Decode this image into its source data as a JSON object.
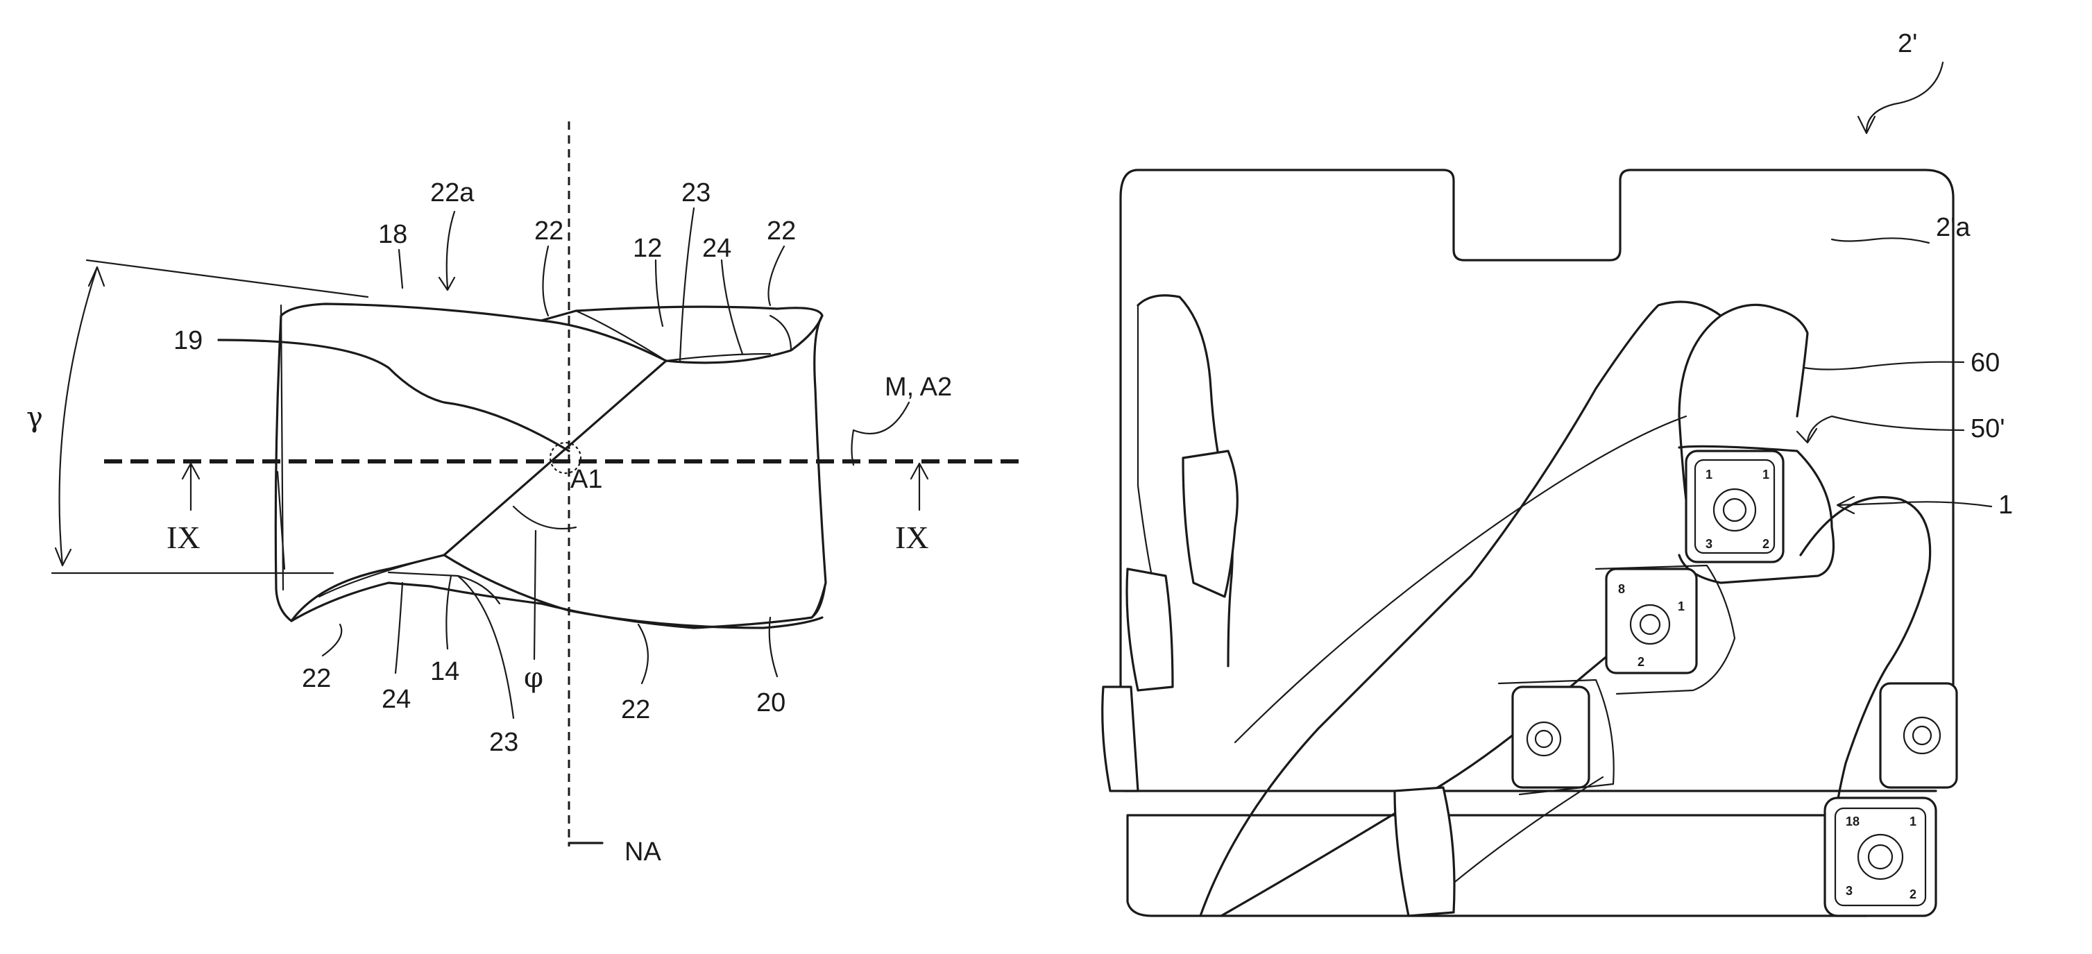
{
  "left_figure": {
    "labels": {
      "l22a": "22a",
      "l18": "18",
      "l22_top_mid": "22",
      "l23_top": "23",
      "l12": "12",
      "l24_top": "24",
      "l22_top_right": "22",
      "l19": "19",
      "lMA2": "M, A2",
      "lA1": "A1",
      "lgamma": "γ",
      "lIX_left": "IX",
      "lIX_right": "IX",
      "l22_bot_left": "22",
      "l24_bot": "24",
      "l14": "14",
      "lphi": "φ",
      "l23_bot": "23",
      "l22_bot_mid": "22",
      "l20": "20",
      "lNA": "NA"
    }
  },
  "right_figure": {
    "labels": {
      "l2prime": "2'",
      "l2prime_a": "2'a",
      "l60": "60",
      "l50prime": "50'",
      "l1": "1"
    }
  }
}
